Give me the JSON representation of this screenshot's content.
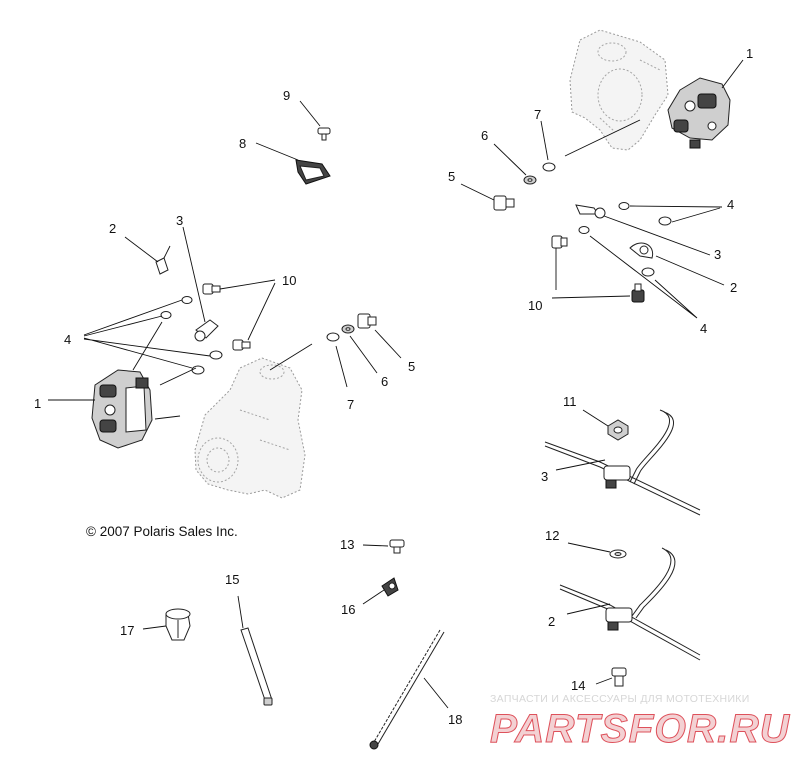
{
  "copyright": "© 2007 Polaris Sales Inc.",
  "watermark": {
    "tagline": "ЗАПЧАСТИ И АКСЕССУАРЫ ДЛЯ МОТОТЕХНИКИ",
    "brand": "PARTSFOR.RU",
    "color": "#d9333f"
  },
  "callouts": {
    "c1_left": "1",
    "c1_right": "1",
    "c2_left": "2",
    "c2_right": "2",
    "c2_bottom": "2",
    "c3_left": "3",
    "c3_right": "3",
    "c3_bottom": "3",
    "c4_left": "4",
    "c4_right_top": "4",
    "c4_right_bottom": "4",
    "c5_left": "5",
    "c5_right": "5",
    "c6_left": "6",
    "c6_right": "6",
    "c7_left": "7",
    "c7_right": "7",
    "c8": "8",
    "c9": "9",
    "c10_left": "10",
    "c10_right": "10",
    "c11": "11",
    "c12": "12",
    "c13": "13",
    "c14": "14",
    "c15": "15",
    "c16": "16",
    "c17": "17",
    "c18": "18"
  }
}
